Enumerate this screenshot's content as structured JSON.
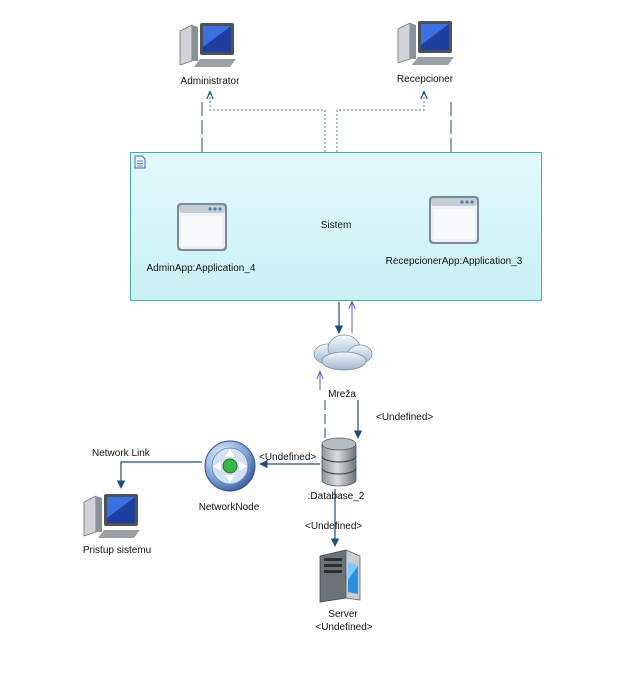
{
  "nodes": {
    "administrator": {
      "label": "Administrator"
    },
    "recepcioner": {
      "label": "Recepcioner"
    },
    "sistem": {
      "label": "Sistem",
      "fill": "#c9f1f3",
      "border": "#4aa8b0",
      "apps": [
        {
          "label": "AdminApp:Application_4"
        },
        {
          "label": "RecepcionerApp:Application_3"
        }
      ]
    },
    "mreza": {
      "label": "Mreža"
    },
    "database": {
      "label": ":Database_2"
    },
    "network_node": {
      "label": "NetworkNode"
    },
    "pristup": {
      "label": "Pristup sistemu"
    },
    "server": {
      "label": "Server",
      "stereotype": "<Undefined>"
    }
  },
  "links": {
    "mreza_database": "<Undefined>",
    "database_networknode": "<Undefined>",
    "database_server": "<Undefined>",
    "network_link": "Network Link"
  },
  "colors": {
    "link": "#1f4e79",
    "dependency": "#4a7fb0",
    "diagram_icon": "#3a6fb0"
  }
}
